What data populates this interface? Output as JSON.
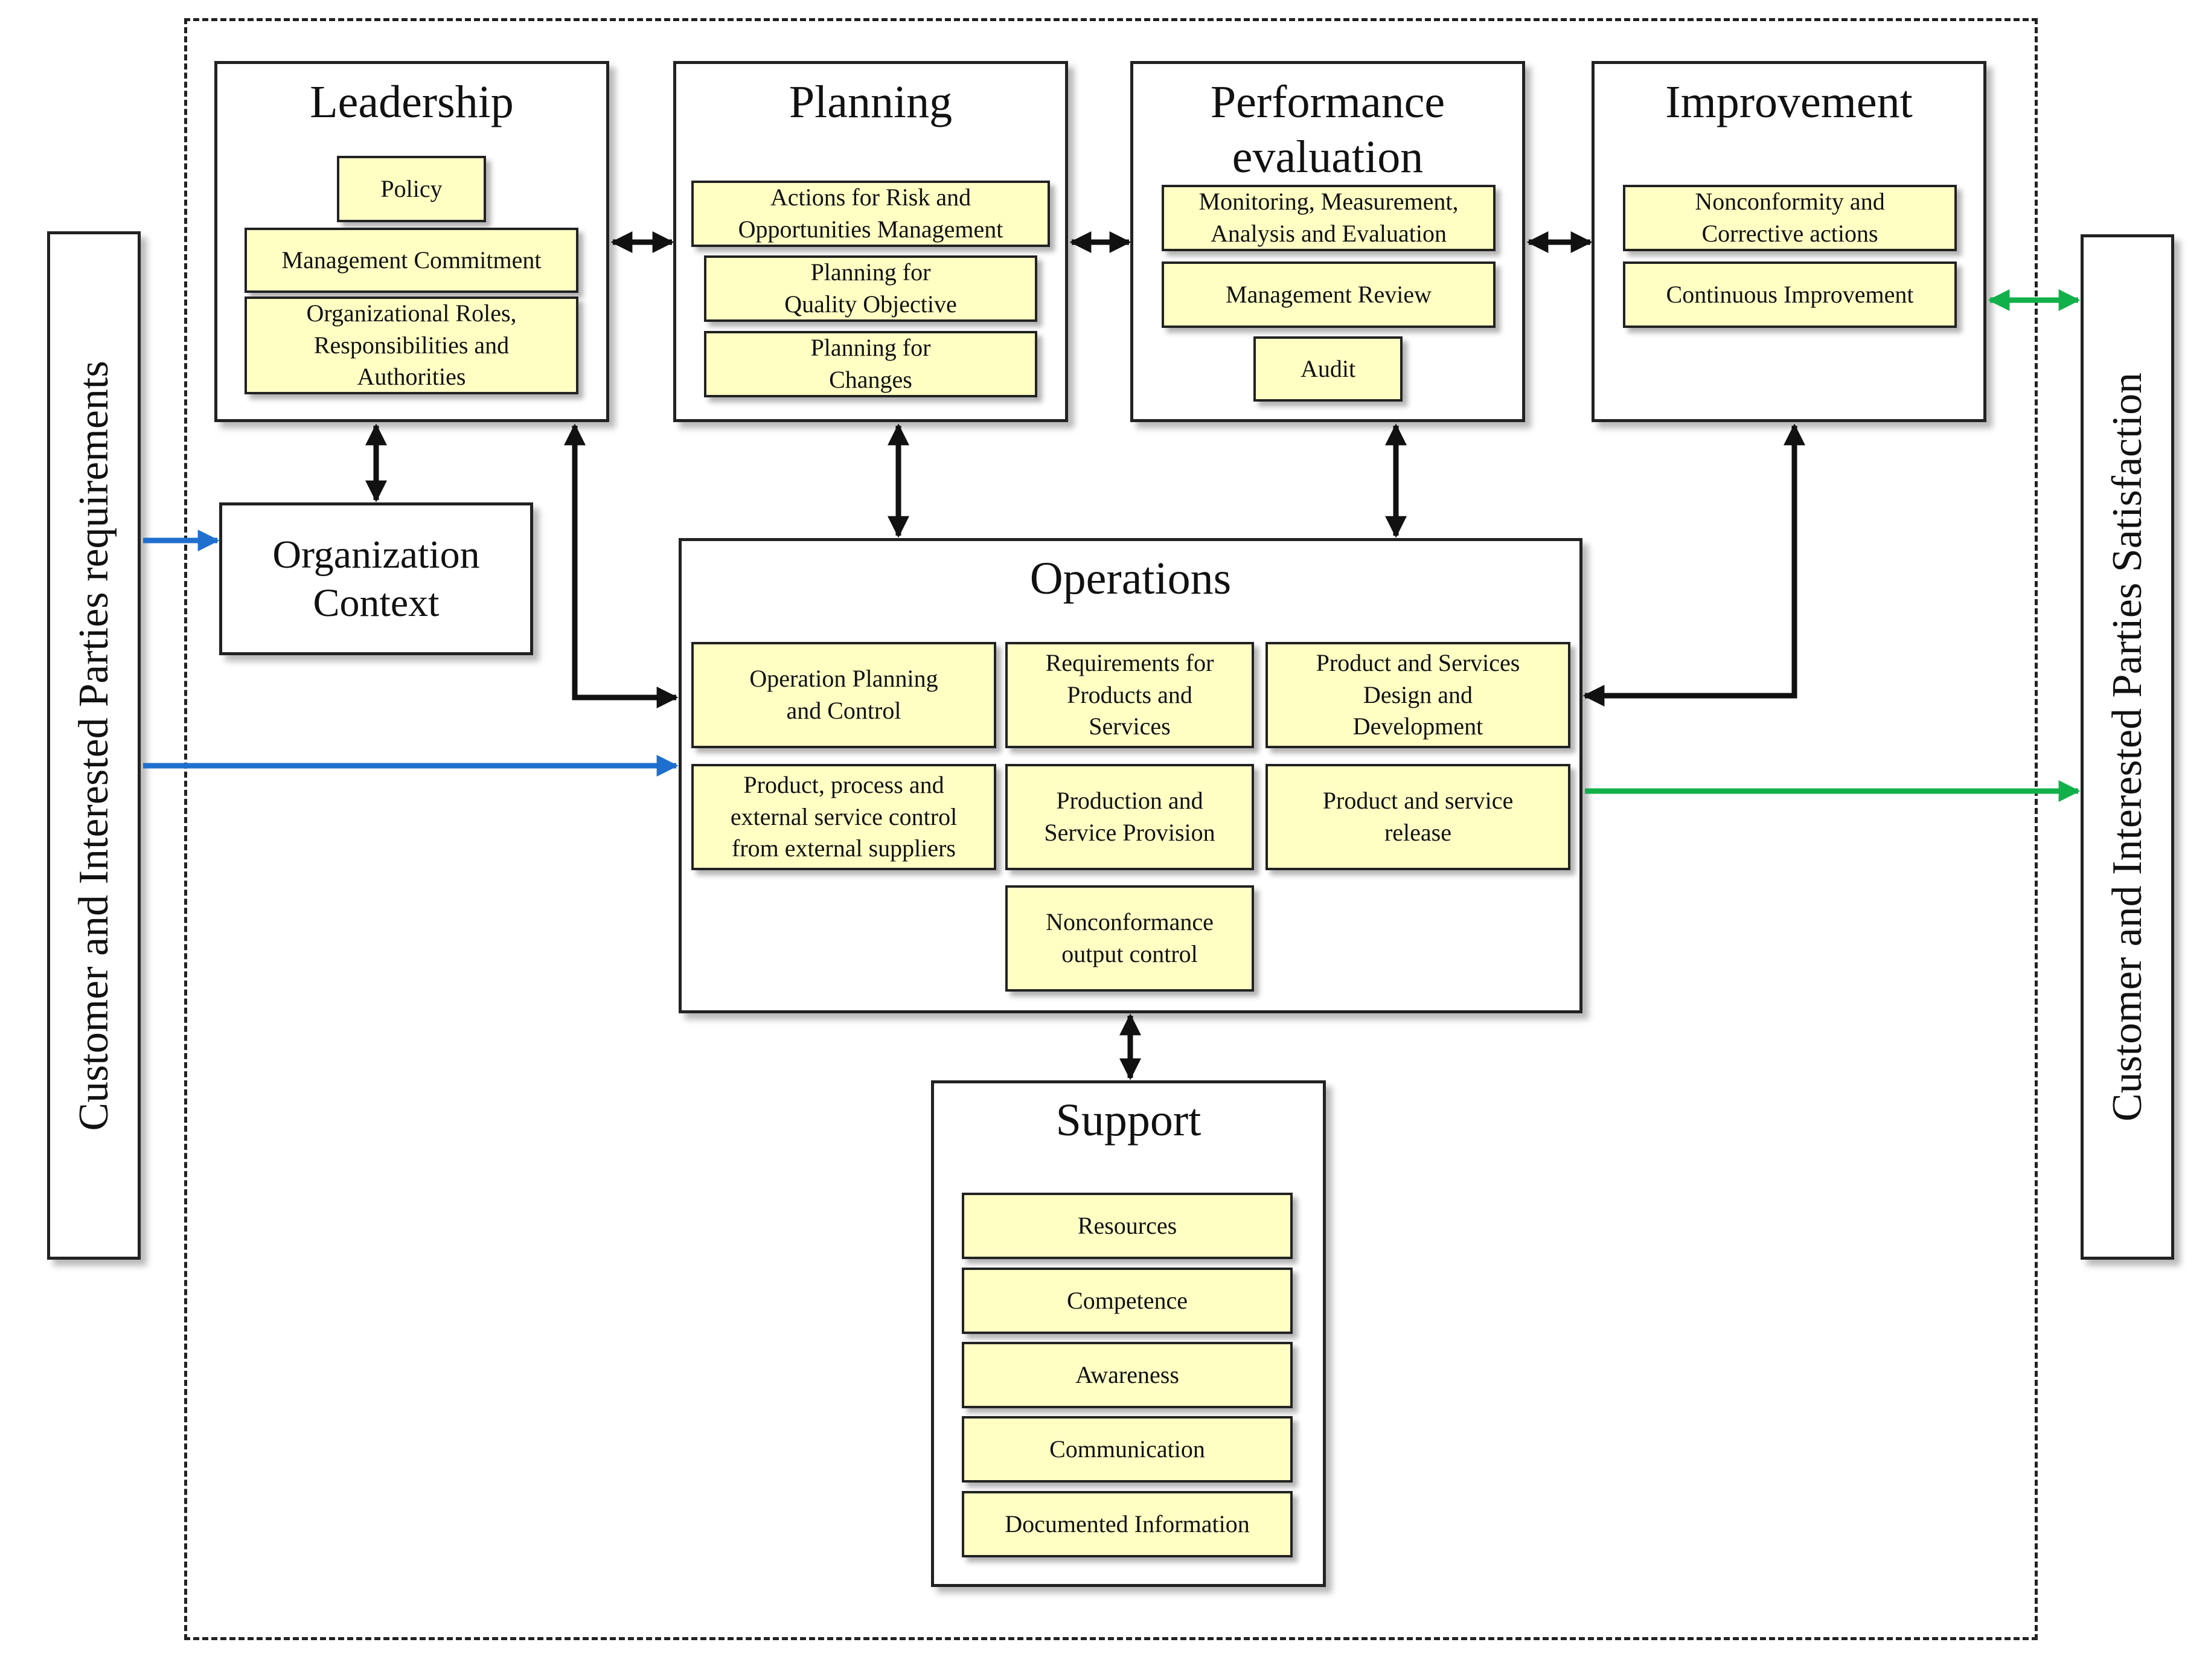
{
  "left_side": {
    "label": "Customer and Interested Parties requirements"
  },
  "right_side": {
    "label": "Customer and Interested Parties Satisfaction"
  },
  "leadership": {
    "title": "Leadership",
    "items": [
      "Policy",
      "Management Commitment",
      "Organizational Roles,\nResponsibilities and\nAuthorities"
    ]
  },
  "planning": {
    "title": "Planning",
    "items": [
      "Actions for Risk and\nOpportunities Management",
      "Planning for\nQuality Objective",
      "Planning for\nChanges"
    ]
  },
  "performance": {
    "title": "Performance\nevaluation",
    "items": [
      "Monitoring, Measurement,\nAnalysis and Evaluation",
      "Management Review",
      "Audit"
    ]
  },
  "improvement": {
    "title": "Improvement",
    "items": [
      "Nonconformity and\nCorrective actions",
      "Continuous Improvement"
    ]
  },
  "context": {
    "title": "Organization\nContext"
  },
  "operations": {
    "title": "Operations",
    "items": [
      "Operation Planning\nand Control",
      "Requirements for\nProducts and\nServices",
      "Product and Services\nDesign and\nDevelopment",
      "Product, process and\nexternal service control\nfrom external suppliers",
      "Production and\nService Provision",
      "Product and service\nrelease",
      "Nonconformance\noutput control"
    ]
  },
  "support": {
    "title": "Support",
    "items": [
      "Resources",
      "Competence",
      "Awareness",
      "Communication",
      "Documented Information"
    ]
  },
  "colors": {
    "input_arrow": "#1f6fcf",
    "output_arrow": "#12b04a",
    "box_fill": "#ffffc4",
    "link": "#111111"
  }
}
